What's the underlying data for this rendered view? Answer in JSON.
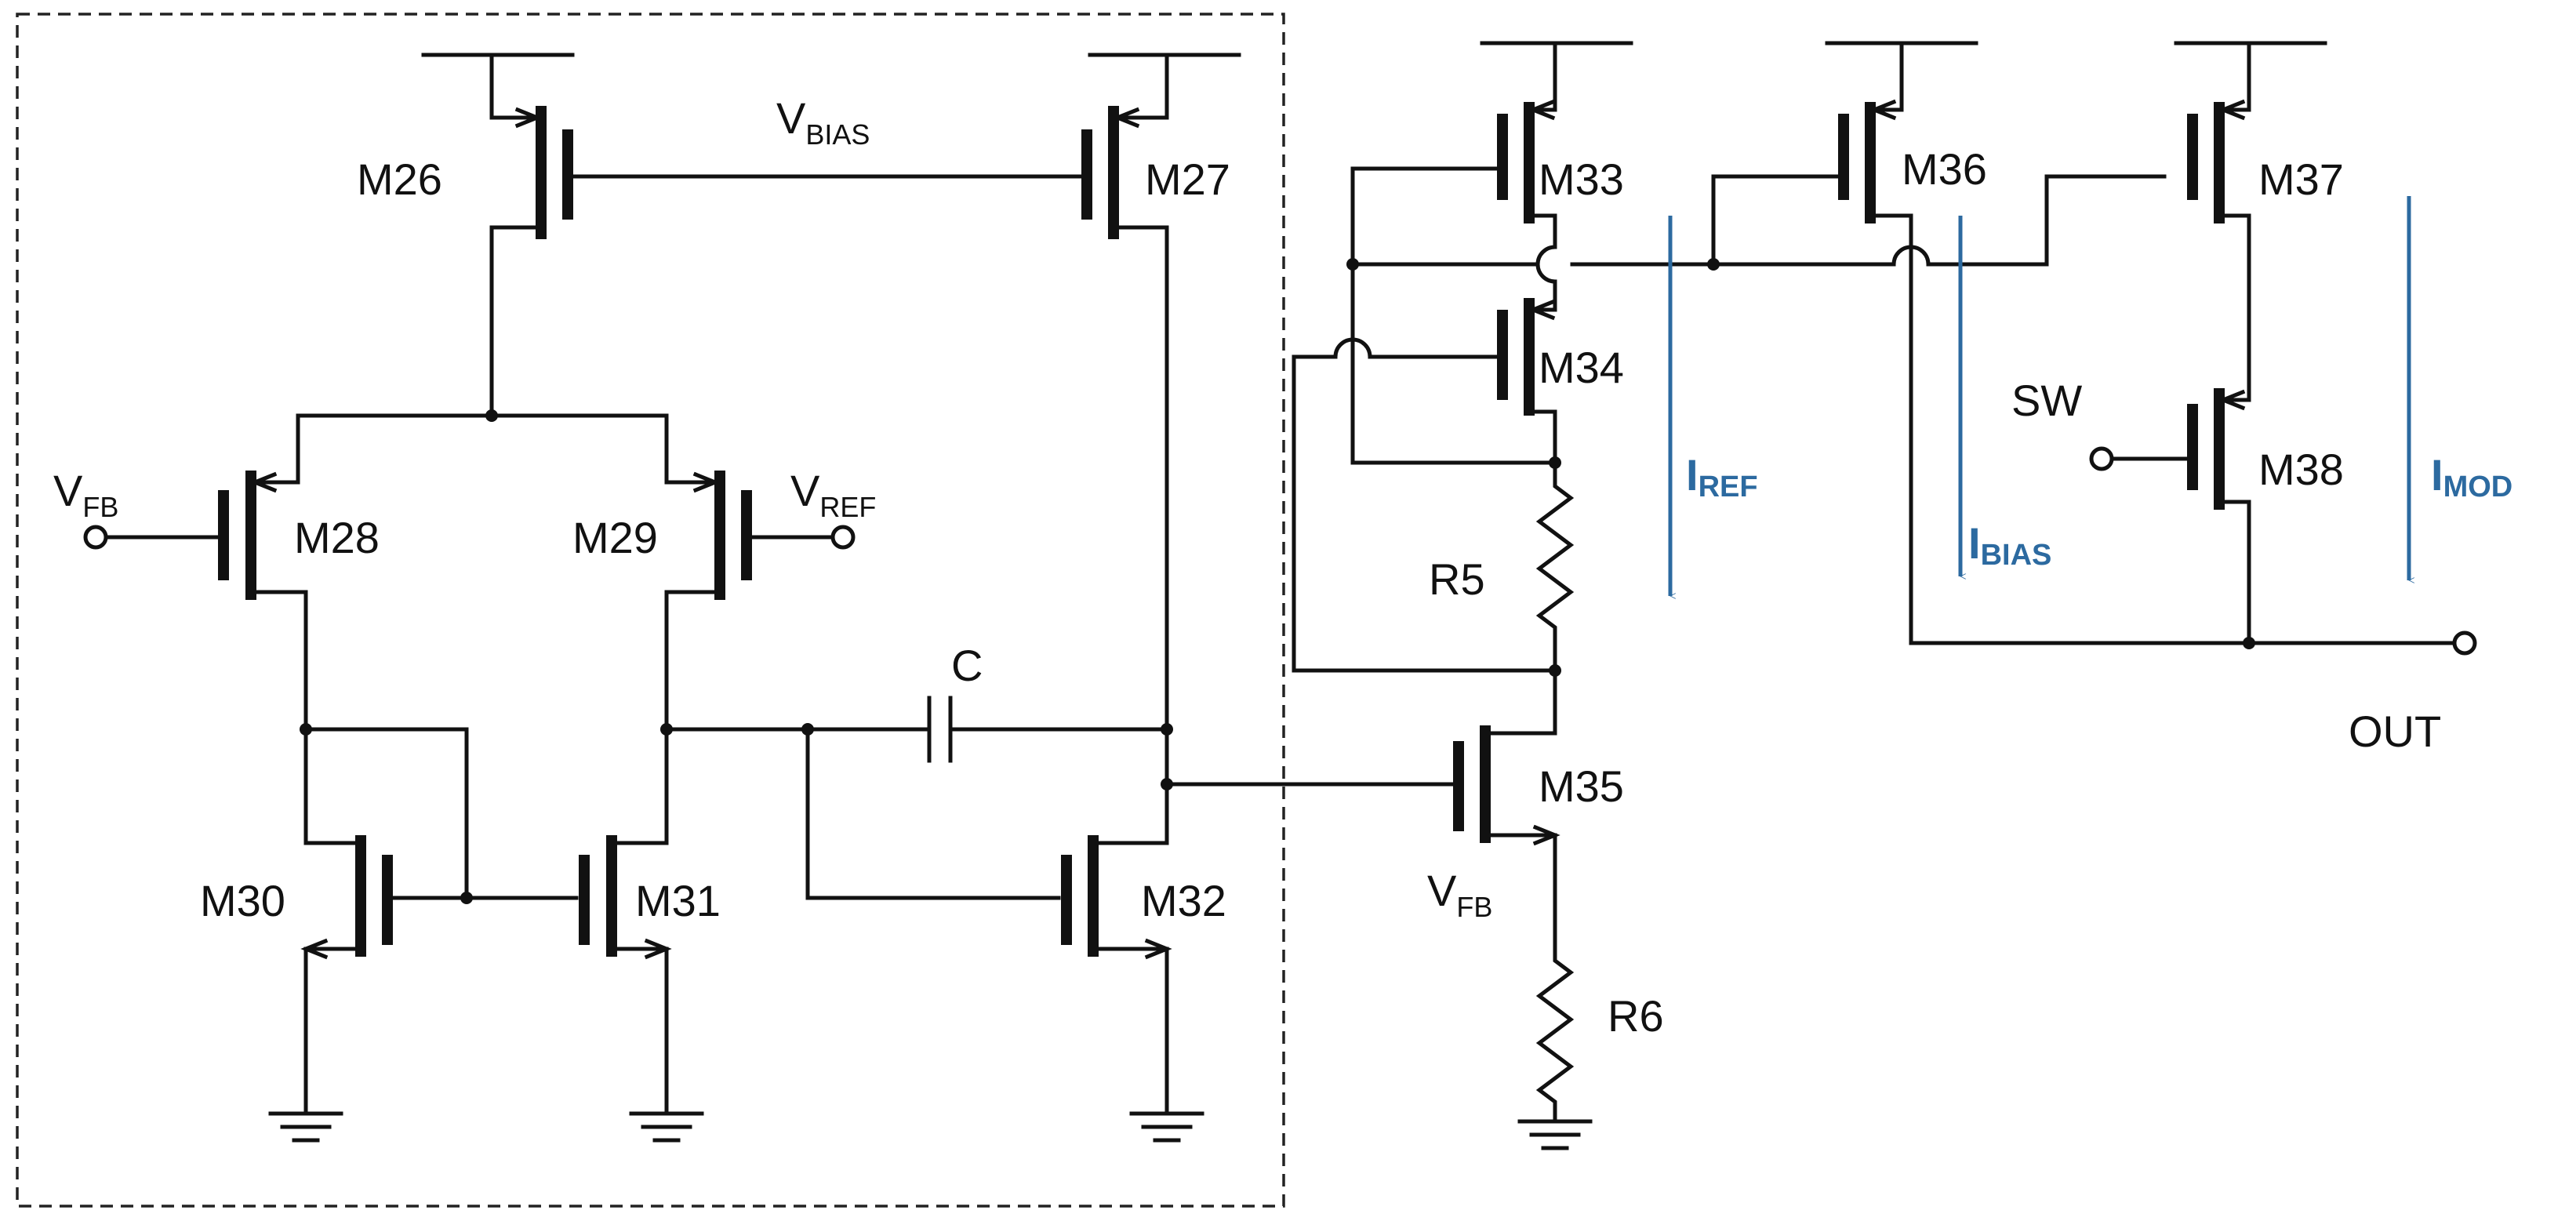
{
  "transistors": {
    "m26": "M26",
    "m27": "M27",
    "m28": "M28",
    "m29": "M29",
    "m30": "M30",
    "m31": "M31",
    "m32": "M32",
    "m33": "M33",
    "m34": "M34",
    "m35": "M35",
    "m36": "M36",
    "m37": "M37",
    "m38": "M38"
  },
  "passives": {
    "r5": "R5",
    "r6": "R6",
    "c": "C"
  },
  "signals": {
    "v_bias": {
      "main": "V",
      "sub": "BIAS"
    },
    "v_fb_in": {
      "main": "V",
      "sub": "FB"
    },
    "v_ref": {
      "main": "V",
      "sub": "REF"
    },
    "v_fb_node": {
      "main": "V",
      "sub": "FB"
    },
    "sw": "SW",
    "out": "OUT"
  },
  "currents": {
    "i_ref": {
      "main": "I",
      "sub": "REF"
    },
    "i_bias": {
      "main": "I",
      "sub": "BIAS"
    },
    "i_mod": {
      "main": "I",
      "sub": "MOD"
    }
  },
  "colors": {
    "wire": "#111111",
    "current_arrow": "#2c6aa0",
    "background": "#ffffff"
  }
}
